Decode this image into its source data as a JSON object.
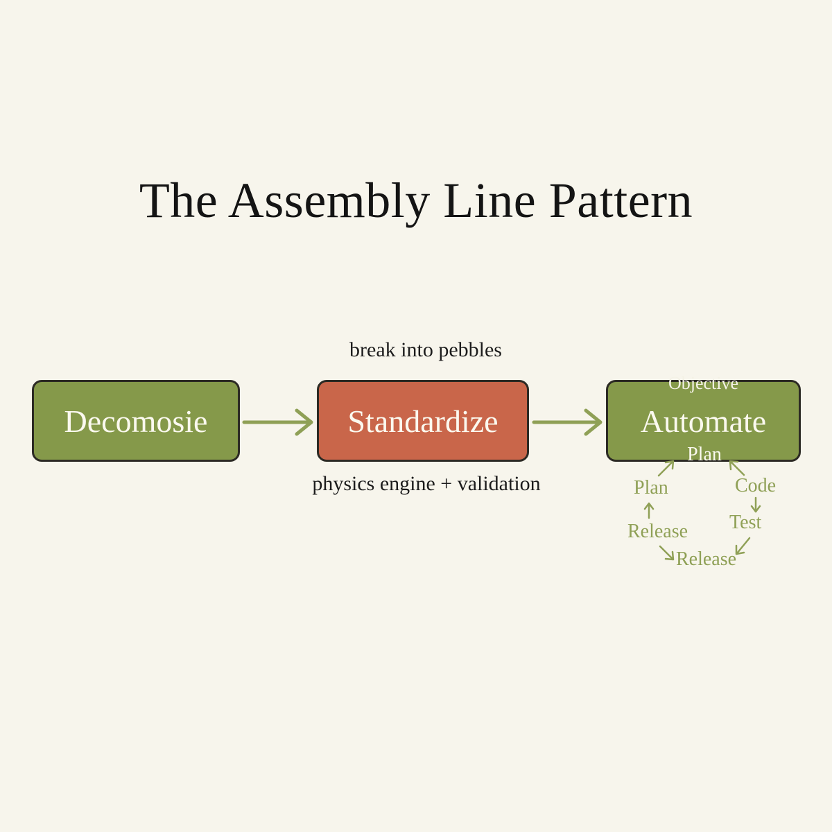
{
  "title": "The Assembly Line Pattern",
  "annotations": {
    "above_middle": "break into pebbles",
    "below_middle": "physics engine + validation"
  },
  "steps": [
    {
      "label": "Decomosie"
    },
    {
      "label": "Standardize"
    },
    {
      "label": "Automate",
      "sublabel": "Objective"
    }
  ],
  "cycle": {
    "top": "Plan",
    "left": "Plan",
    "right": "Code",
    "right_lower": "Test",
    "left_lower": "Release",
    "bottom": "Release"
  },
  "colors": {
    "background": "#f7f5ec",
    "green": "#85994a",
    "red": "#c9664a",
    "arrow": "#8fa056",
    "cycle_text": "#8fa056",
    "title": "#141414"
  }
}
